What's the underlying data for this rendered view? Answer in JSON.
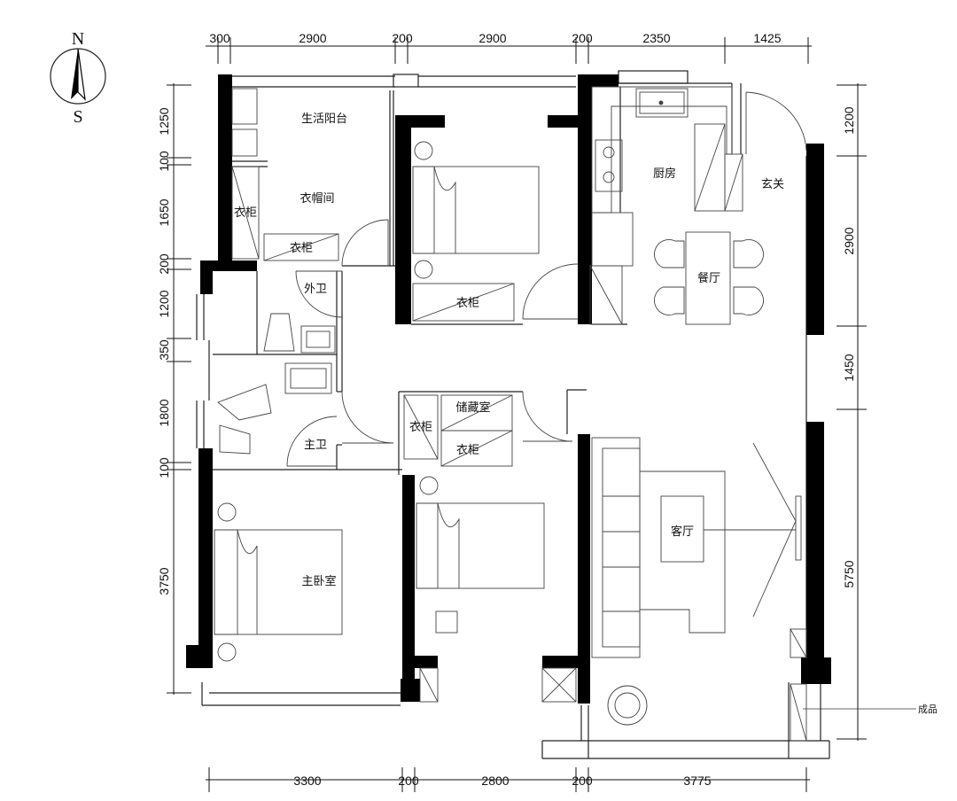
{
  "compass": {
    "north": "N",
    "south": "S"
  },
  "dimensions": {
    "top": [
      "300",
      "2900",
      "200",
      "2900",
      "200",
      "2350",
      "1425"
    ],
    "bottom": [
      "3300",
      "200",
      "2800",
      "200",
      "3775"
    ],
    "left": [
      "1250",
      "100",
      "1650",
      "200",
      "1200",
      "350",
      "1800",
      "100",
      "3750"
    ],
    "right": [
      "1200",
      "2900",
      "1450",
      "5750"
    ]
  },
  "rooms": {
    "balcony_service": "生活阳台",
    "cloakroom": "衣帽间",
    "wardrobe_left": "衣柜",
    "wardrobe_cloak": "衣柜",
    "wardrobe_bed2": "衣柜",
    "kitchen": "厨房",
    "entrance": "玄关",
    "dining": "餐厅",
    "guest_bath": "外卫",
    "master_bath": "主卫",
    "storage": "储藏室",
    "wardrobe_storage": "衣柜",
    "wardrobe_bed3": "衣柜",
    "living": "客厅",
    "master_bedroom": "主卧室"
  },
  "annotation": "成品",
  "icons": [
    "north-arrow-icon",
    "bed-icon",
    "sofa-icon",
    "dining-table-icon",
    "stove-icon",
    "sink-icon",
    "toilet-icon",
    "chair-icon"
  ]
}
